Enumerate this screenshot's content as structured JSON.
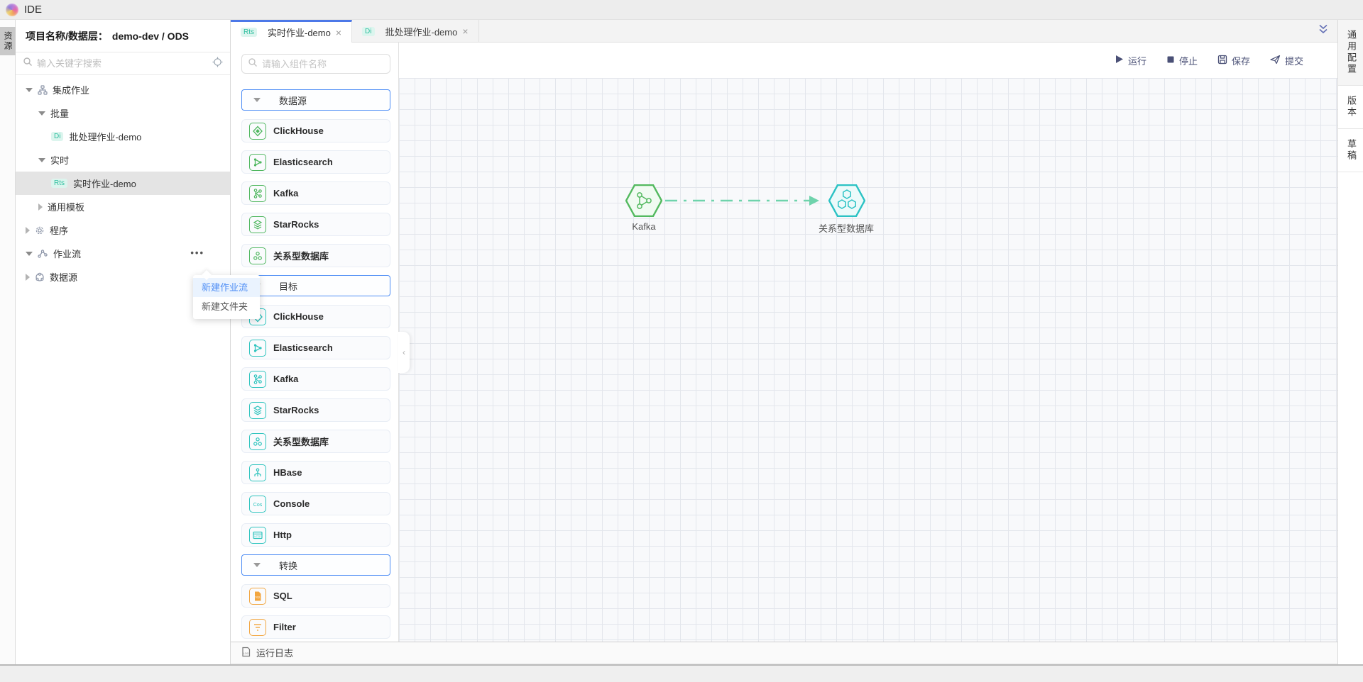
{
  "app": {
    "title": "IDE"
  },
  "left_rail": {
    "tab": "资源"
  },
  "sidebar": {
    "header_label": "项目名称/数据层：",
    "header_value": "demo-dev / ODS",
    "search_placeholder": "输入关键字搜索",
    "tree": [
      {
        "label": "集成作业"
      },
      {
        "label": "批量"
      },
      {
        "label": "批处理作业-demo",
        "badge": "Di"
      },
      {
        "label": "实时"
      },
      {
        "label": "实时作业-demo",
        "badge": "Rts",
        "selected": true
      },
      {
        "label": "通用模板"
      },
      {
        "label": "程序"
      },
      {
        "label": "作业流"
      },
      {
        "label": "数据源"
      }
    ],
    "context_menu": {
      "items": [
        {
          "label": "新建作业流",
          "active": true
        },
        {
          "label": "新建文件夹"
        }
      ]
    }
  },
  "tabs": [
    {
      "badge": "Rts",
      "label": "实时作业-demo",
      "active": true
    },
    {
      "badge": "Di",
      "label": "批处理作业-demo",
      "active": false
    }
  ],
  "components": {
    "search_placeholder": "请输入组件名称",
    "sections": [
      {
        "title": "数据源",
        "accent": "#4fb75f",
        "items": [
          {
            "label": "ClickHouse"
          },
          {
            "label": "Elasticsearch"
          },
          {
            "label": "Kafka"
          },
          {
            "label": "StarRocks"
          },
          {
            "label": "关系型数据库"
          }
        ]
      },
      {
        "title": "目标",
        "accent": "#2ec4be",
        "items": [
          {
            "label": "ClickHouse"
          },
          {
            "label": "Elasticsearch"
          },
          {
            "label": "Kafka"
          },
          {
            "label": "StarRocks"
          },
          {
            "label": "关系型数据库"
          },
          {
            "label": "HBase"
          },
          {
            "label": "Console"
          },
          {
            "label": "Http"
          }
        ]
      },
      {
        "title": "转换",
        "accent": "#f2a640",
        "items": [
          {
            "label": "SQL"
          },
          {
            "label": "Filter"
          }
        ]
      }
    ]
  },
  "toolbar": {
    "run": "运行",
    "stop": "停止",
    "save": "保存",
    "submit": "提交"
  },
  "canvas": {
    "nodes": [
      {
        "label": "Kafka",
        "color": "#53b95f"
      },
      {
        "label": "关系型数据库",
        "color": "#2bc2c4"
      }
    ],
    "connector_color": "#6fd3ac"
  },
  "right_rail": {
    "tabs": [
      "通用配置",
      "版本",
      "草稿"
    ]
  },
  "bottom_bar": {
    "log_label": "运行日志"
  },
  "accent_colors": {
    "primary_blue": "#4c78e8",
    "menu_blue": "#4d8df5",
    "source_green": "#4fb75f",
    "target_teal": "#2ec4be",
    "transform_orange": "#f2a640",
    "badge_teal": "#2fbf9f"
  }
}
